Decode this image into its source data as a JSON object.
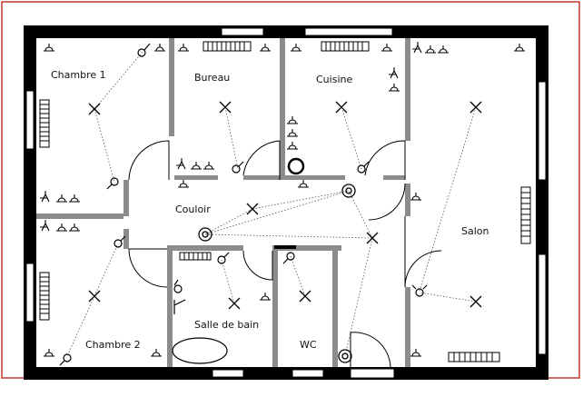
{
  "rooms": {
    "chambre1": "Chambre 1",
    "bureau": "Bureau",
    "cuisine": "Cuisine",
    "couloir": "Couloir",
    "salon": "Salon",
    "chambre2": "Chambre 2",
    "salle_de_bain": "Salle de bain",
    "wc": "WC"
  },
  "colors": {
    "frame": "#c0392b",
    "wall": "#000000",
    "partition": "#8c8c8c",
    "wire": "#555555"
  },
  "symbols": {
    "socket": "socket-icon",
    "socket_group": "socket-group-icon",
    "light": "ceiling-light-icon",
    "switch": "switch-icon",
    "pushbutton": "push-button-icon",
    "radiator": "radiator-icon",
    "window": "window-icon",
    "door": "door-swing-icon"
  }
}
